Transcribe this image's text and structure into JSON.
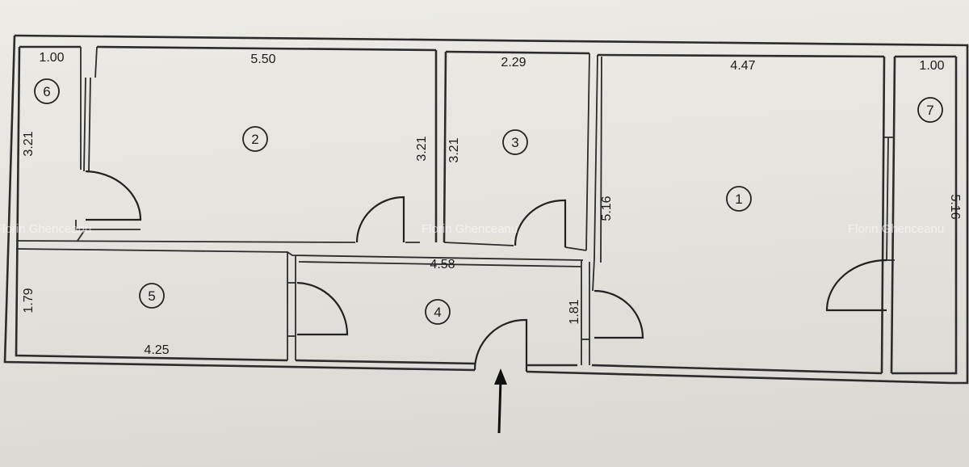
{
  "rooms": [
    {
      "number": "1"
    },
    {
      "number": "2"
    },
    {
      "number": "3"
    },
    {
      "number": "4"
    },
    {
      "number": "5"
    },
    {
      "number": "6"
    },
    {
      "number": "7"
    }
  ],
  "dimensions": {
    "room6_width": "1.00",
    "room6_height": "3.21",
    "room2_width": "5.50",
    "room2_height": "3.21",
    "room3_width": "2.29",
    "room3_height": "3.21",
    "room1_width": "4.47",
    "room1_height": "5.16",
    "room7_width": "1.00",
    "room7_height": "5.16",
    "room4_width": "4.58",
    "room4_height": "1.81",
    "room5_width": "4.25",
    "room5_height": "1.79"
  },
  "watermark": "Florin Ghenceanu"
}
